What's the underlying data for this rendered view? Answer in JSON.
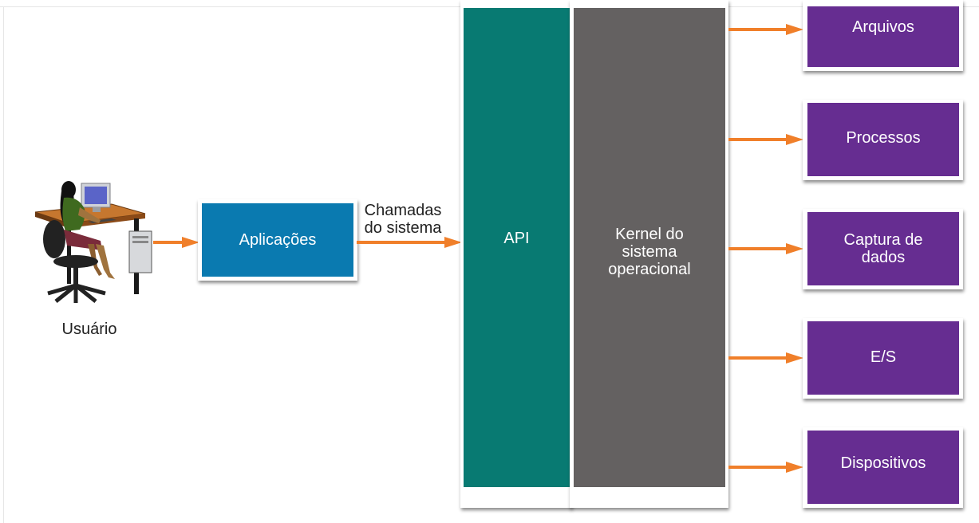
{
  "user": {
    "label": "Usuário"
  },
  "applications": {
    "label": "Aplicações"
  },
  "syscall": {
    "label_line1": "Chamadas",
    "label_line2": "do sistema"
  },
  "api": {
    "label": "API"
  },
  "kernel": {
    "line1": "Kernel do",
    "line2": "sistema",
    "line3": "operacional"
  },
  "resources": {
    "arquivos": "Arquivos",
    "processos": "Processos",
    "captura_line1": "Captura de",
    "captura_line2": "dados",
    "es": "E/S",
    "dispositivos": "Dispositivos"
  },
  "colors": {
    "applications": "#0a7ab0",
    "api": "#087a72",
    "kernel": "#646161",
    "resource": "#662d91",
    "arrow": "#f07f2a"
  }
}
